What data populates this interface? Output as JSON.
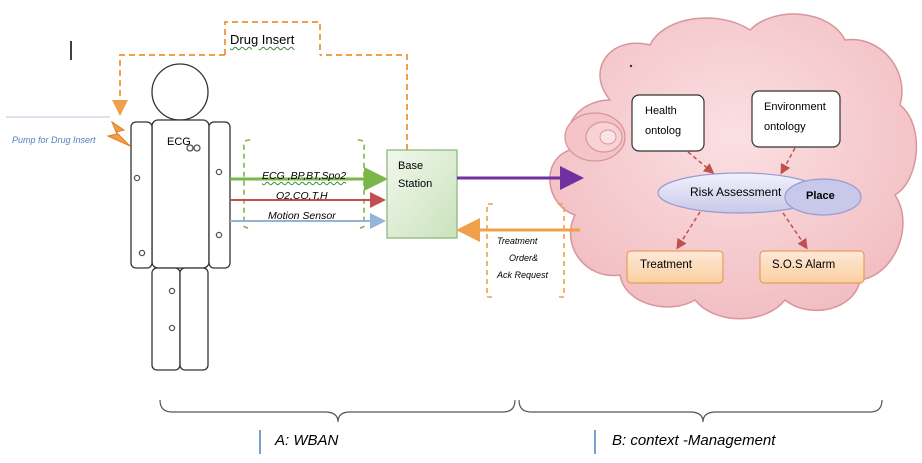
{
  "drug_insert_label": "Drug  Insert",
  "pump_label": "Pump for Drug Insert",
  "ecg_body_label": "ECG",
  "sensor_lines": [
    "ECG ,BP,BT,Spo2",
    "O2,CO,T,H",
    "Motion Sensor"
  ],
  "base_station": [
    "Base",
    "Station"
  ],
  "treatment_order": [
    "Treatment",
    "Order&",
    "Ack Request"
  ],
  "health_ontology": [
    "Health",
    "ontolog"
  ],
  "environment_ontology": [
    "Environment",
    "ontology"
  ],
  "risk_assessment": "Risk Assessment",
  "place": "Place",
  "treatment": "Treatment",
  "sos_alarm": "S.O.S  Alarm",
  "section_a": "A: WBAN",
  "section_b": "B:  context -Management",
  "colors": {
    "orange_dashed": "#f0a04a",
    "green_arrow": "#7ab648",
    "red_arrow": "#c0504d",
    "blue_arrow": "#95b3d7",
    "purple_arrow": "#7030a0",
    "cloud_fill": "#f6c9cc",
    "node_fill": "#fbd4b4",
    "risk_fill": "#dcdcf4",
    "base_fill": "#d9ead3"
  }
}
